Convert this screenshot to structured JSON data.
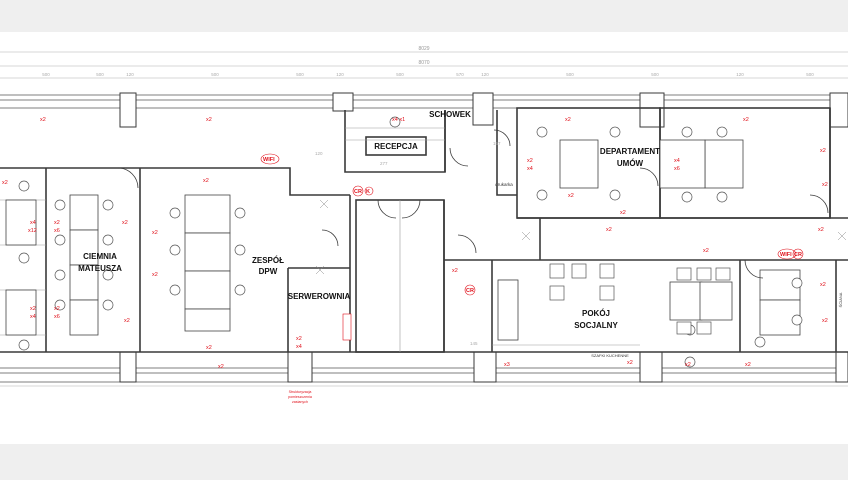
{
  "rooms": {
    "schowek": "SCHOWEK",
    "recepcja": "RECEPCJA",
    "departament_1": "DEPARTAMENT",
    "departament_2": "UMÓW",
    "ciemnia_1": "CIEMNIA",
    "ciemnia_2": "MATEUSZA",
    "zespol_1": "ZESPÓŁ",
    "zespol_2": "DPW",
    "serwerownia": "SERWEROWNIA",
    "pokoj_1": "POKÓJ",
    "pokoj_2": "SOCJALNY"
  },
  "small_labels": {
    "drukarka": "drukarka",
    "szafki": "SZAFKI KUCHENNE",
    "sciana": "ŚCIANA",
    "rozdzielnia_1": "Strukturyzacja",
    "rozdzielnia_2": "pomieszczenia",
    "rozdzielnia_3": "zasianych"
  },
  "dims": {
    "total_1": "8029",
    "total_2": "8070",
    "seg": [
      "500",
      "500",
      "120",
      "500",
      "500",
      "120",
      "500",
      "570",
      "120",
      "500",
      "500",
      "120",
      "500"
    ],
    "r1": "120",
    "r2": "277",
    "r3": "145",
    "r4": "157"
  },
  "marks": {
    "x2": "x2",
    "x3": "x3",
    "x4": "x4",
    "x6": "x6",
    "x12": "x12",
    "x4x1": "x4 x1",
    "wifi": "WIFI",
    "cr": "CR",
    "k": "K"
  },
  "colors": {
    "line": "#3a3a3a",
    "thin": "#9a9a9a",
    "annotation": "#e0101a",
    "sheet": "#ffffff",
    "background": "#efefef"
  }
}
